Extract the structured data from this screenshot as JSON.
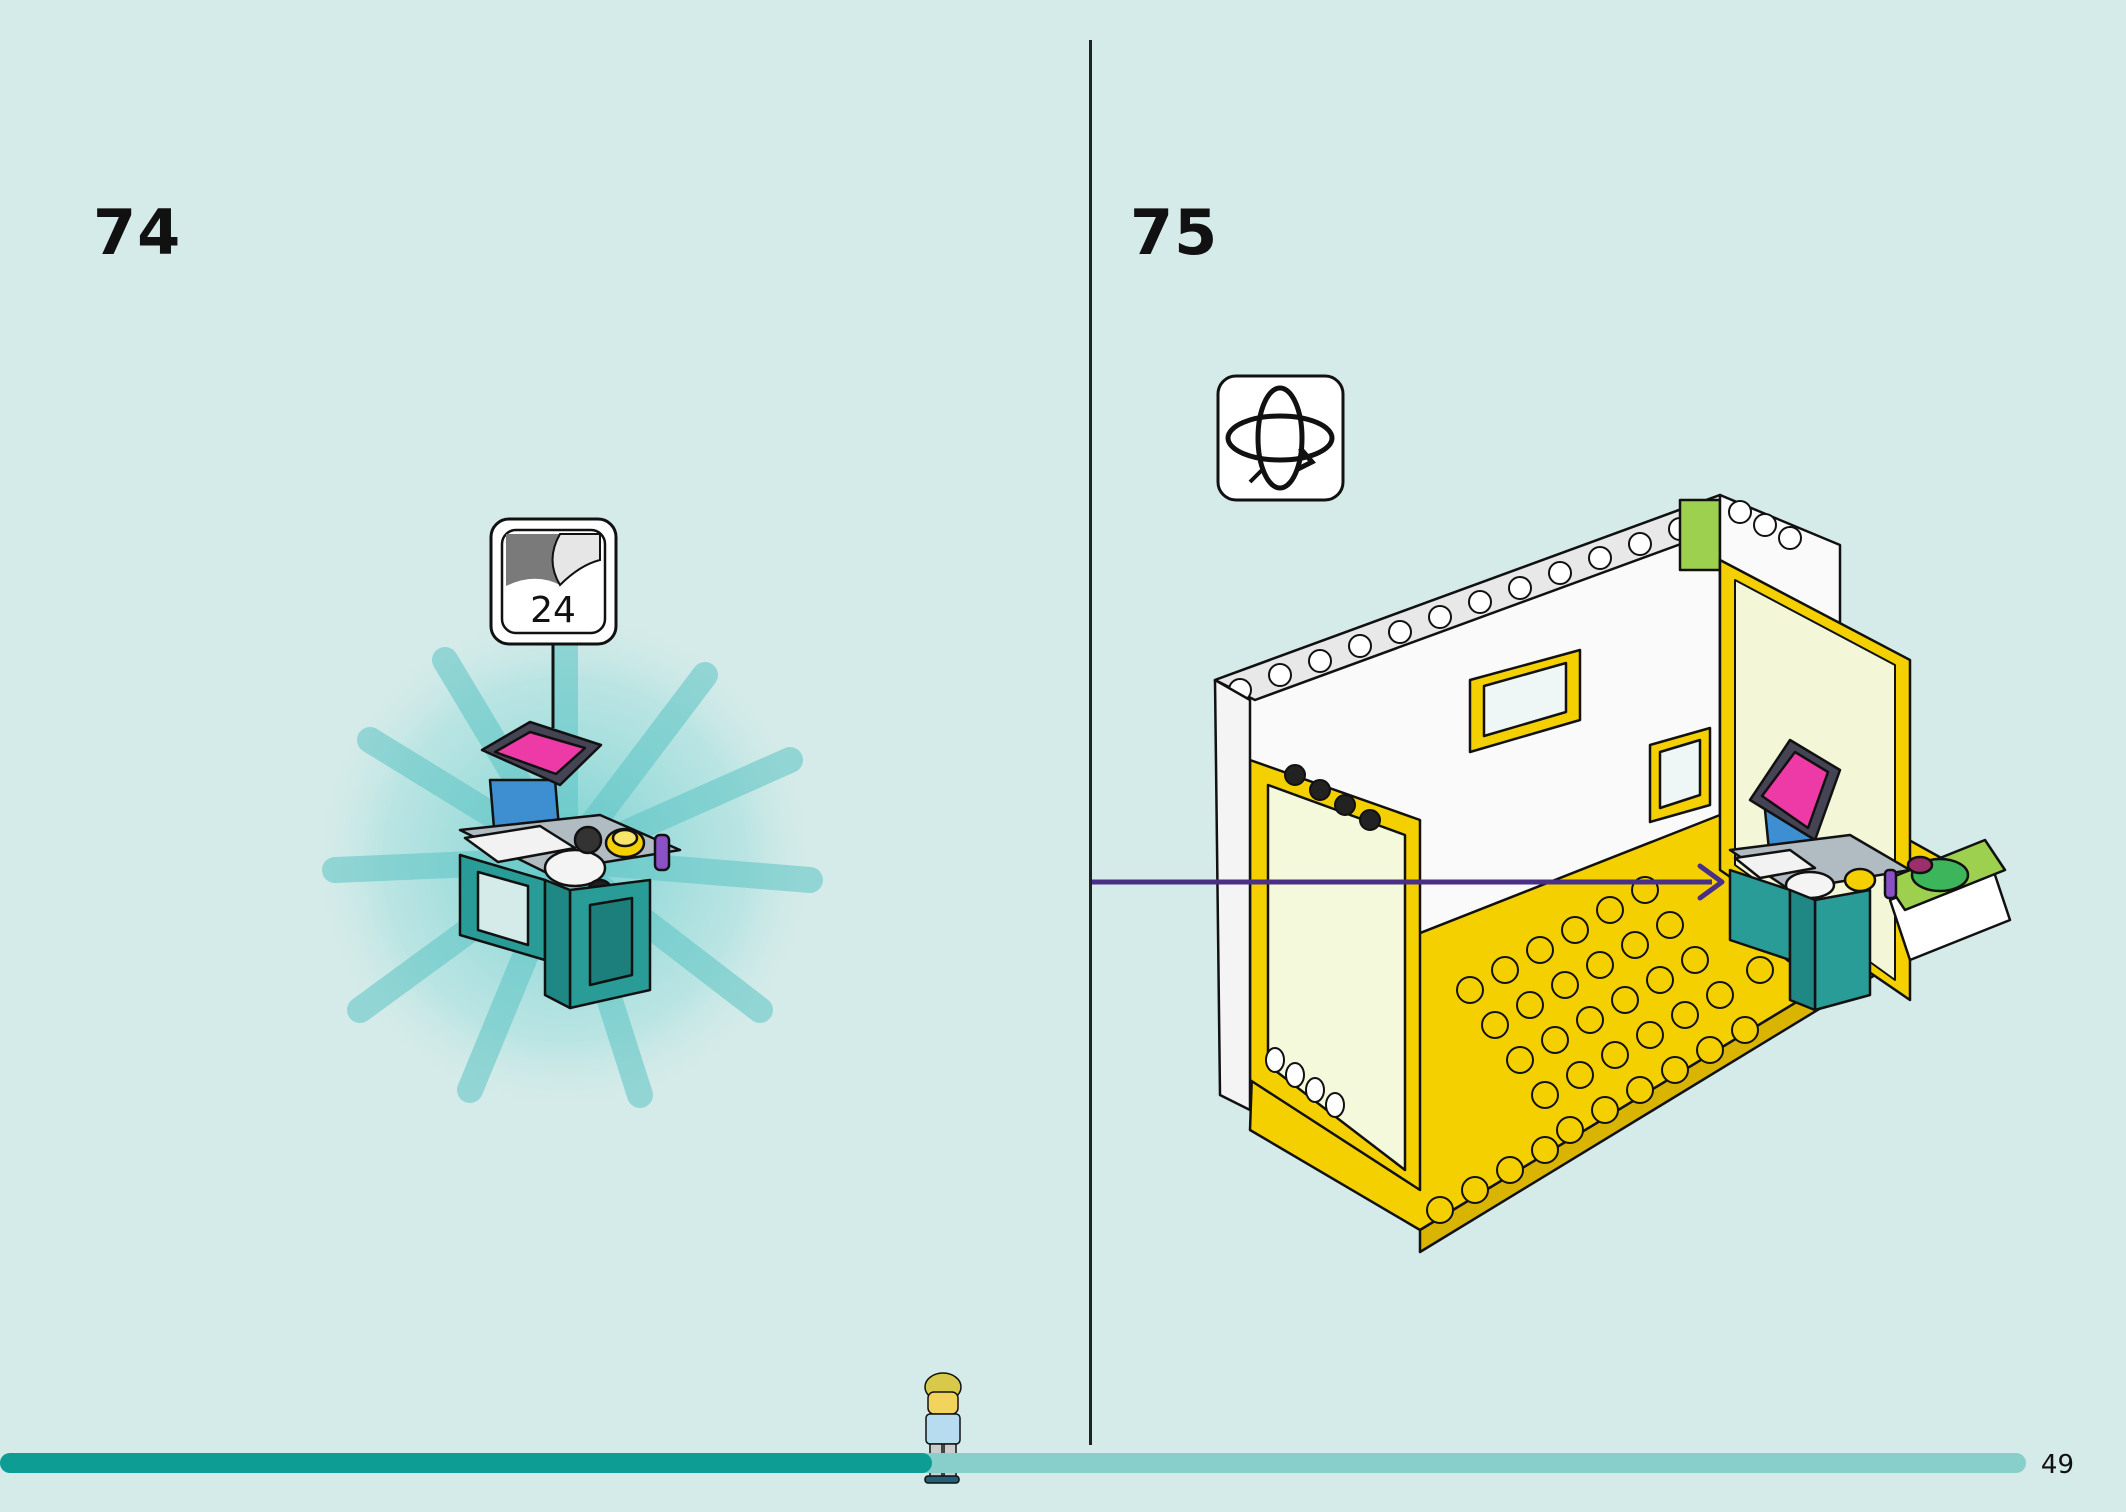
{
  "page": {
    "page_number": "49",
    "progress_percent": 46
  },
  "steps": [
    {
      "number": "74",
      "callout_count": "24",
      "callout_icon": "sticker-sheet-icon"
    },
    {
      "number": "75",
      "rotate_icon": "rotate-model-icon"
    }
  ],
  "colors": {
    "background": "#d5ebe9",
    "progress_fill": "#0e9d94",
    "progress_track": "#88cfcb",
    "lego_yellow": "#f4d000",
    "lego_teal": "#2a9c97",
    "arrow": "#4a2f86"
  }
}
